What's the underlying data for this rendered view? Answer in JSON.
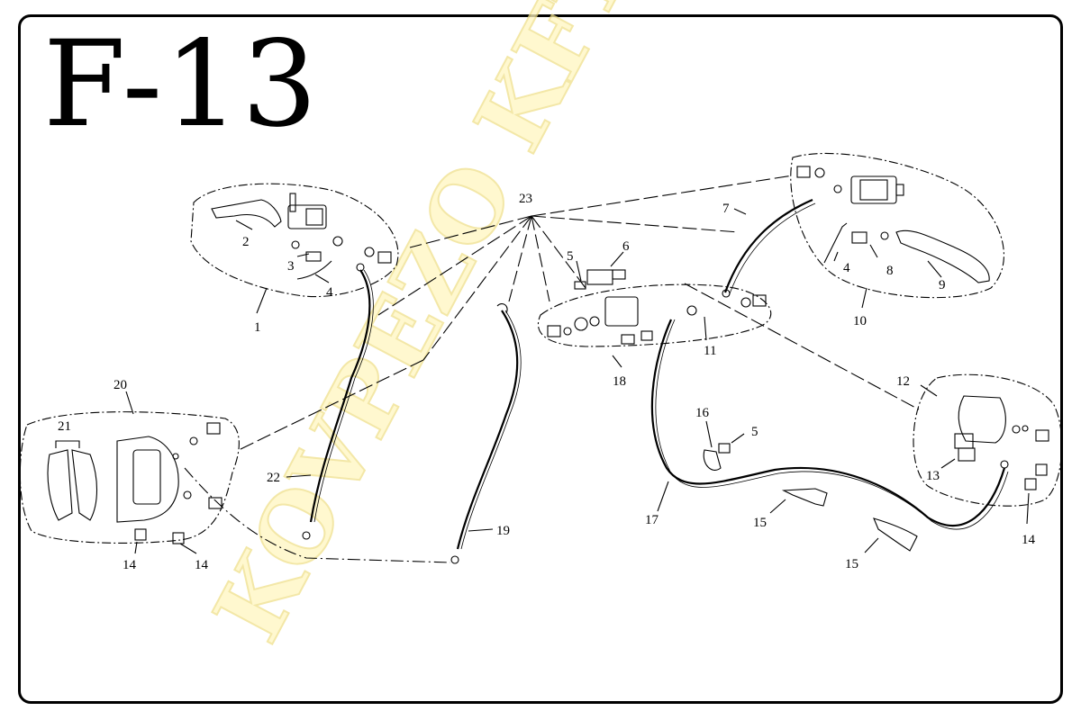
{
  "figure": {
    "title": "F-13"
  },
  "watermark": {
    "text": "KOVPEZO KFT."
  },
  "callouts": [
    {
      "id": "c23",
      "text": "23"
    },
    {
      "id": "c1",
      "text": "1"
    },
    {
      "id": "c2",
      "text": "2"
    },
    {
      "id": "c3",
      "text": "3"
    },
    {
      "id": "c4a",
      "text": "4"
    },
    {
      "id": "c4b",
      "text": "4"
    },
    {
      "id": "c5a",
      "text": "5"
    },
    {
      "id": "c5b",
      "text": "5"
    },
    {
      "id": "c6",
      "text": "6"
    },
    {
      "id": "c7",
      "text": "7"
    },
    {
      "id": "c8",
      "text": "8"
    },
    {
      "id": "c9",
      "text": "9"
    },
    {
      "id": "c10",
      "text": "10"
    },
    {
      "id": "c11",
      "text": "11"
    },
    {
      "id": "c12",
      "text": "12"
    },
    {
      "id": "c13",
      "text": "13"
    },
    {
      "id": "c14a",
      "text": "14"
    },
    {
      "id": "c14b",
      "text": "14"
    },
    {
      "id": "c14c",
      "text": "14"
    },
    {
      "id": "c15a",
      "text": "15"
    },
    {
      "id": "c15b",
      "text": "15"
    },
    {
      "id": "c16",
      "text": "16"
    },
    {
      "id": "c17",
      "text": "17"
    },
    {
      "id": "c18",
      "text": "18"
    },
    {
      "id": "c19",
      "text": "19"
    },
    {
      "id": "c20",
      "text": "20"
    },
    {
      "id": "c21",
      "text": "21"
    },
    {
      "id": "c22",
      "text": "22"
    }
  ]
}
